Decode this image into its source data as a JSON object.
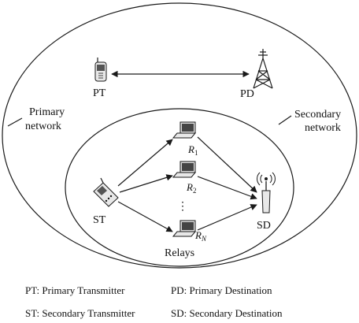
{
  "networks": {
    "primary_label_line1": "Primary",
    "primary_label_line2": "network",
    "secondary_label_line1": "Secondary",
    "secondary_label_line2": "network"
  },
  "nodes": {
    "pt": "PT",
    "pd": "PD",
    "st": "ST",
    "sd": "SD",
    "relay_1_base": "R",
    "relay_1_sub": "1",
    "relay_2_base": "R",
    "relay_2_sub": "2",
    "relay_n_base": "R",
    "relay_n_sub": "N",
    "relays_group": "Relays",
    "ellipsis": "⋮"
  },
  "legend": {
    "pt": "PT: Primary Transmitter",
    "pd": "PD: Primary Destination",
    "st": "ST: Secondary Transmitter",
    "sd": "SD: Secondary Destination"
  },
  "icons": {
    "phone": "mobile-phone-icon",
    "tower": "cell-tower-icon",
    "laptop": "laptop-icon",
    "antenna": "antenna-icon"
  },
  "colors": {
    "stroke": "#1a1a1a",
    "device_light": "#e8e8e8",
    "device_dark": "#444444"
  }
}
